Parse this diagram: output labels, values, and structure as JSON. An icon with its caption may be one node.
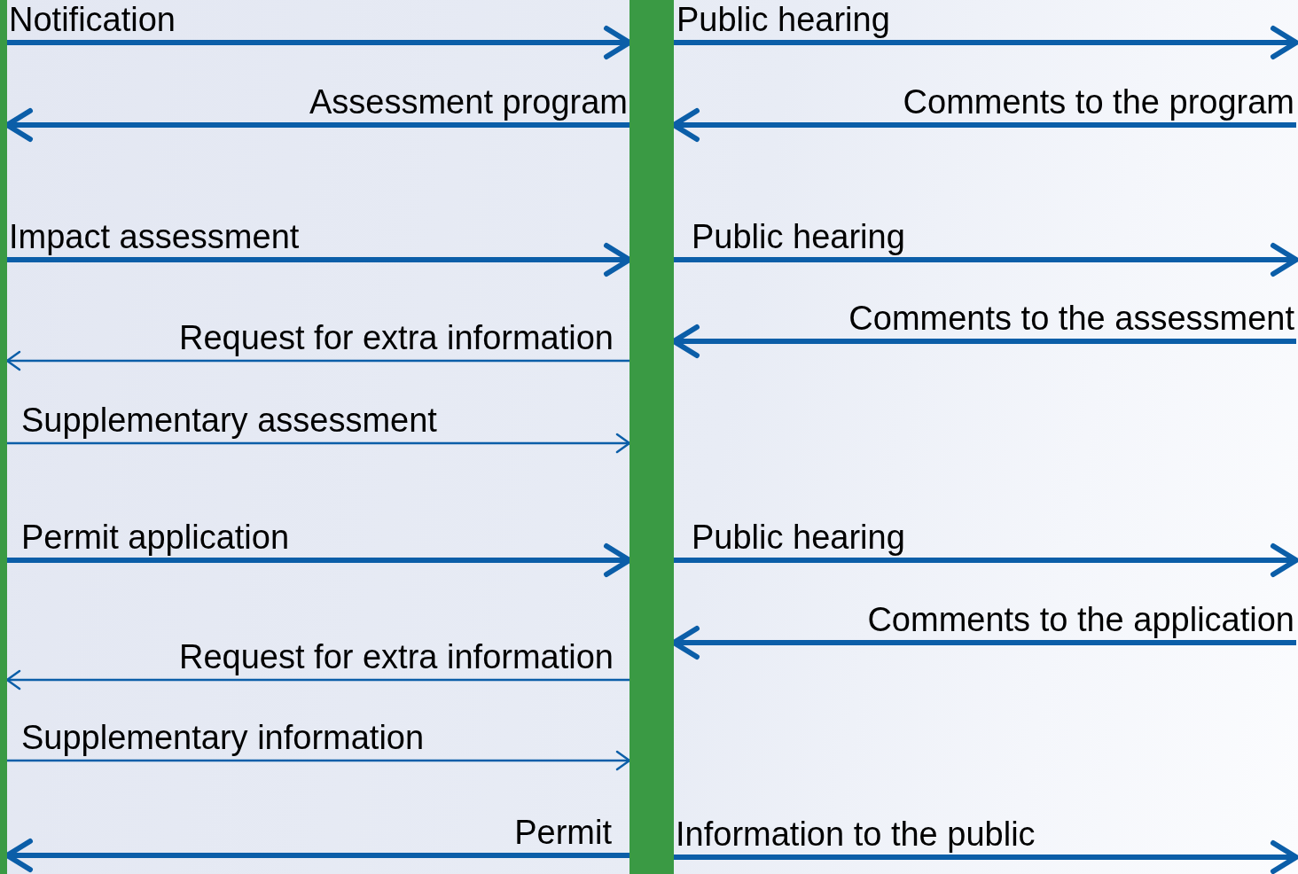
{
  "diagram": {
    "nodes": [
      {
        "text": [],
        "shape": "bar"
      },
      {
        "text": [],
        "shape": "bar"
      }
    ],
    "edges": [
      {
        "from": 0,
        "to": 1,
        "arrow": "to",
        "label": "Notification"
      },
      {
        "from": 1,
        "to": null,
        "arrow": "to",
        "label": "Public hearing"
      },
      {
        "from": 1,
        "to": 0,
        "arrow": "to",
        "label": "Assessment program"
      },
      {
        "from": null,
        "to": 1,
        "arrow": "to",
        "label": "Comments to the program"
      },
      {
        "from": 0,
        "to": 1,
        "arrow": "to",
        "label": "Impact assessment"
      },
      {
        "from": 1,
        "to": null,
        "arrow": "to",
        "label": "Public hearing"
      },
      {
        "from": 1,
        "to": 0,
        "arrow": "to",
        "label": "Request for extra information"
      },
      {
        "from": null,
        "to": 1,
        "arrow": "to",
        "label": "Comments to the assessment"
      },
      {
        "from": 0,
        "to": 1,
        "arrow": "to",
        "label": "Supplementary assessment"
      },
      {
        "from": 0,
        "to": 1,
        "arrow": "to",
        "label": "Permit application"
      },
      {
        "from": 1,
        "to": null,
        "arrow": "to",
        "label": "Public hearing"
      },
      {
        "from": null,
        "to": 1,
        "arrow": "to",
        "label": "Comments to the application"
      },
      {
        "from": 1,
        "to": 0,
        "arrow": "to",
        "label": "Request for extra information"
      },
      {
        "from": 0,
        "to": 1,
        "arrow": "to",
        "label": "Supplementary information"
      },
      {
        "from": 1,
        "to": 0,
        "arrow": "to",
        "label": "Permit"
      },
      {
        "from": 1,
        "to": null,
        "arrow": "to",
        "label": "Information to the public"
      }
    ]
  }
}
